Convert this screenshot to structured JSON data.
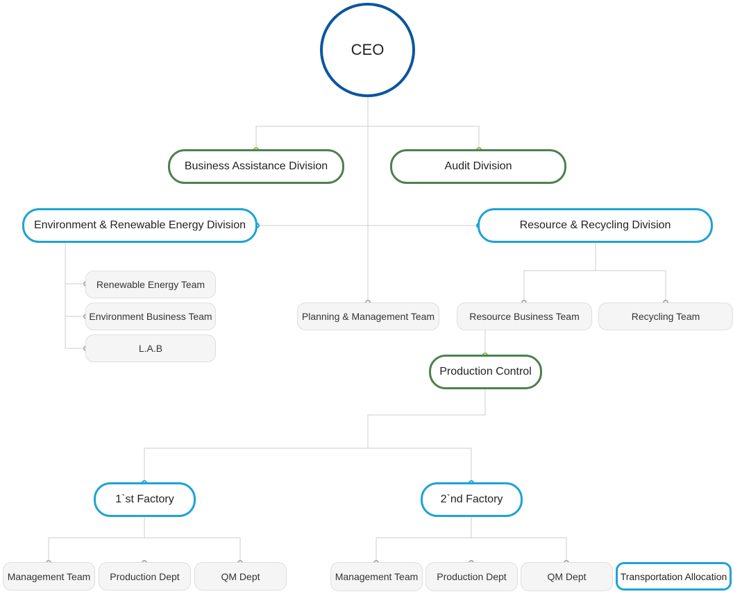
{
  "colors": {
    "ceo": "#0a56a0",
    "division_green": "#4f7f4f",
    "division_blue": "#1ea3d6",
    "team_bg": "#f5f5f5",
    "line": "#cccccc",
    "dot_green": "#7cc04b",
    "dot_blue": "#1ea3d6",
    "dot_gray": "#aaaaaa"
  },
  "ceo": {
    "label": "CEO"
  },
  "divisions": {
    "business_assistance": "Business Assistance Division",
    "audit": "Audit Division",
    "environment": "Environment & Renewable Energy Division",
    "resource": "Resource & Recycling Division"
  },
  "environment_teams": [
    "Renewable Energy Team",
    "Environment Business Team",
    "L.A.B"
  ],
  "planning_team": "Planning & Management Team",
  "resource_teams": {
    "resource_business": "Resource Business Team",
    "recycling": "Recycling Team"
  },
  "production_control": "Production Control",
  "factories": {
    "first": {
      "label": "1`st Factory",
      "teams": [
        "Management Team",
        "Production Dept",
        "QM Dept"
      ]
    },
    "second": {
      "label": "2`nd Factory",
      "teams": [
        "Management Team",
        "Production Dept",
        "QM Dept",
        "Transportation Allocation"
      ]
    }
  }
}
